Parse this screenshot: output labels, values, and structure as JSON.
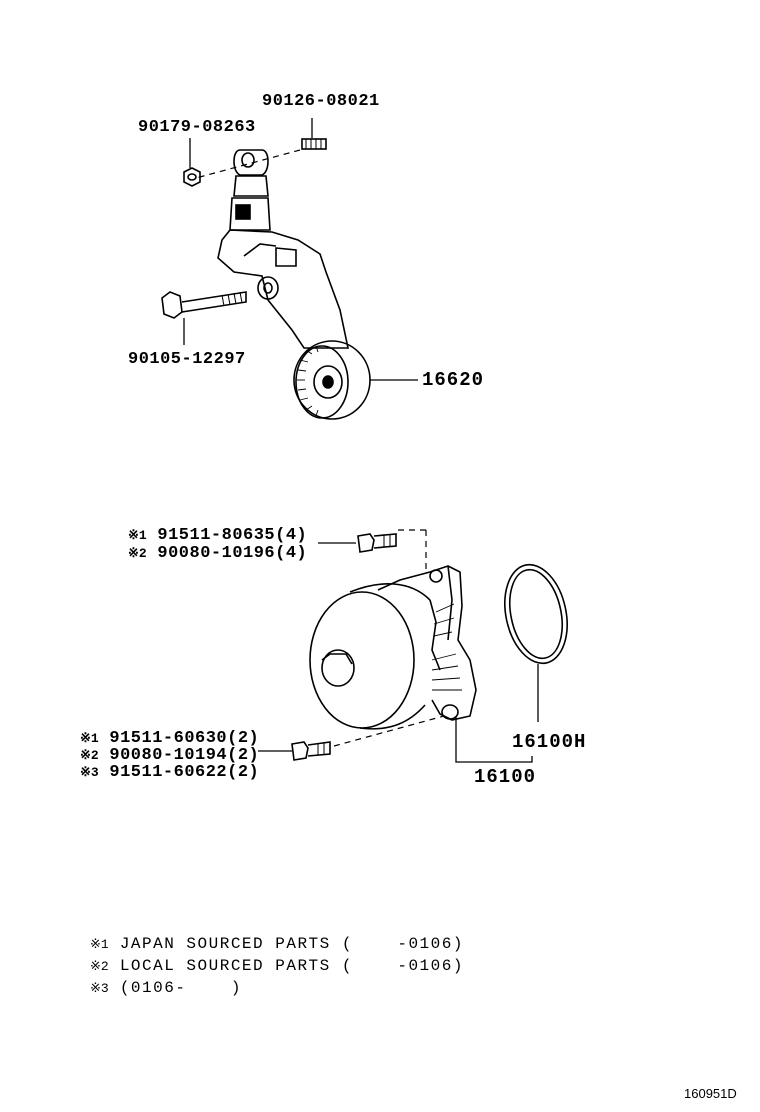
{
  "parts": {
    "nut": "90179-08263",
    "stud": "90126-08021",
    "bolt_tensioner": "90105-12297",
    "tensioner_assy": "16620",
    "bolt_upper_1": "91511-80635(4)",
    "bolt_upper_2": "90080-10196(4)",
    "bolt_lower_1": "91511-60630(2)",
    "bolt_lower_2": "90080-10194(2)",
    "bolt_lower_3": "91511-60622(2)",
    "gasket": "16100H",
    "water_pump": "16100"
  },
  "marks": {
    "m1": "※1",
    "m2": "※2",
    "m3": "※3"
  },
  "notes": [
    {
      "mark": "※1",
      "text": "JAPAN SOURCED PARTS (    -0106)"
    },
    {
      "mark": "※2",
      "text": "LOCAL SOURCED PARTS (    -0106)"
    },
    {
      "mark": "※3",
      "text": "(0106-    )"
    }
  ],
  "diagram_id": "160951D"
}
